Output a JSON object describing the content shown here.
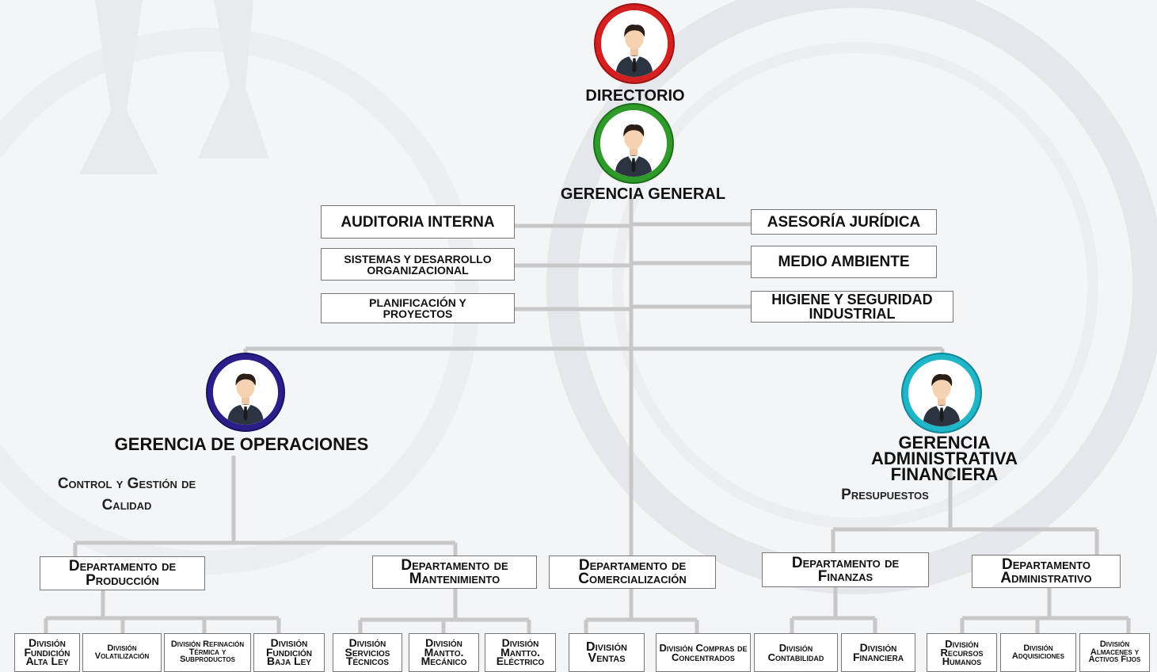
{
  "top": {
    "directorio": "DIRECTORIO",
    "gerencia_general": "GERENCIA GENERAL"
  },
  "staff_left": {
    "auditoria": "AUDITORIA INTERNA",
    "sistemas": "SISTEMAS Y DESARROLLO ORGANIZACIONAL",
    "planificacion": "PLANIFICACIÓN Y PROYECTOS"
  },
  "staff_right": {
    "asesoria": "ASESORÍA JURÍDICA",
    "medio_ambiente": "MEDIO AMBIENTE",
    "higiene": "HIGIENE Y SEGURIDAD INDUSTRIAL"
  },
  "operaciones": {
    "title": "GERENCIA DE OPERACIONES",
    "control": "Control y Gestión de Calidad",
    "dept_produccion": "Departamento de Producción",
    "dept_mantenimiento": "Departamento de Mantenimiento"
  },
  "comercializacion": {
    "dept": "Departamento de Comercialización"
  },
  "administrativa": {
    "title": "GERENCIA ADMINISTRATIVA FINANCIERA",
    "presupuestos": "Presupuestos",
    "dept_finanzas": "Departamento de Finanzas",
    "dept_administrativo": "Departamento Administrativo"
  },
  "divisions": [
    "División Fundición Alta Ley",
    "División Volatilización",
    "División Refinación Térmica y Subproductos",
    "División Fundición Baja Ley",
    "División Servicios Técnicos",
    "División Mantto. Mecánico",
    "División Mantto. Eléctrico",
    "División Ventas",
    "División Compras de Concentrados",
    "División Contabilidad",
    "División Financiera",
    "División Recursos Humanos",
    "División Adquisiciones",
    "División Almacenes y Activos Fijos"
  ],
  "colors": {
    "directorio_ring": "#d42020",
    "gerencia_general_ring": "#2e9a2a",
    "operaciones_ring": "#2a1f8a",
    "administrativa_ring": "#1fb6c8",
    "line": "#c8c8c8"
  },
  "icons": {
    "avatar": "businessman-avatar-icon"
  }
}
